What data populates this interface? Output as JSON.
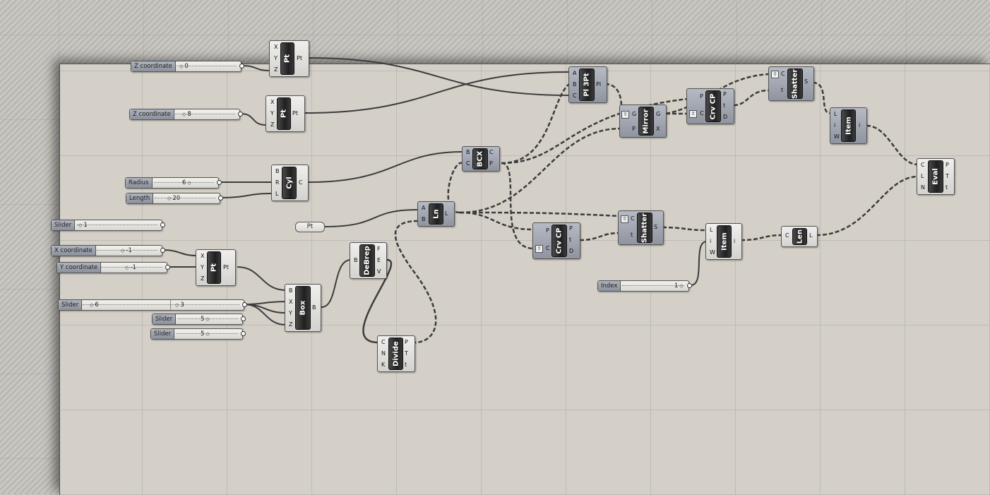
{
  "sliders": {
    "z1": {
      "label": "Z coordinate",
      "value": "0"
    },
    "z2": {
      "label": "Z coordinate",
      "value": "8"
    },
    "radius": {
      "label": "Radius",
      "value": "6"
    },
    "length": {
      "label": "Length",
      "value": "20"
    },
    "s1": {
      "label": "Slider",
      "value": "1"
    },
    "xc": {
      "label": "X coordinate",
      "value": "-1"
    },
    "yc": {
      "label": "Y coordinate",
      "value": "-1"
    },
    "s6": {
      "label": "Slider",
      "value": "6"
    },
    "s3": {
      "value": "3"
    },
    "s5a": {
      "label": "Slider",
      "value": "5"
    },
    "s5b": {
      "label": "Slider",
      "value": "5"
    },
    "index": {
      "label": "Index",
      "value": "1"
    }
  },
  "pt_param": {
    "label": "Pt"
  },
  "components": {
    "pt1": {
      "name": "Pt",
      "inputs": [
        "X",
        "Y",
        "Z"
      ],
      "outputs": [
        "Pt"
      ]
    },
    "pt2": {
      "name": "Pt",
      "inputs": [
        "X",
        "Y",
        "Z"
      ],
      "outputs": [
        "Pt"
      ]
    },
    "cyl": {
      "name": "Cyl",
      "inputs": [
        "B",
        "R",
        "L"
      ],
      "outputs": [
        "C"
      ]
    },
    "pt3": {
      "name": "Pt",
      "inputs": [
        "X",
        "Y",
        "Z"
      ],
      "outputs": [
        "Pt"
      ]
    },
    "box": {
      "name": "Box",
      "inputs": [
        "B",
        "X",
        "Y",
        "Z"
      ],
      "outputs": [
        "B"
      ]
    },
    "debrep": {
      "name": "DeBrep",
      "inputs": [
        "B"
      ],
      "outputs": [
        "F",
        "E",
        "V"
      ]
    },
    "divide": {
      "name": "Divide",
      "inputs": [
        "C",
        "N",
        "K"
      ],
      "outputs": [
        "P",
        "T",
        "t"
      ]
    },
    "ln": {
      "name": "Ln",
      "inputs": [
        "A",
        "B"
      ],
      "outputs": [
        "L"
      ]
    },
    "bcx": {
      "name": "BCX",
      "inputs": [
        "B",
        "C"
      ],
      "outputs": [
        "C",
        "P"
      ]
    },
    "pl3pt": {
      "name": "Pl 3Pt",
      "inputs": [
        "A",
        "B",
        "C"
      ],
      "outputs": [
        "Pl"
      ]
    },
    "mirror": {
      "name": "Mirror",
      "inputs": [
        "G",
        "P"
      ],
      "outputs": [
        "G",
        "X"
      ]
    },
    "crvcp1": {
      "name": "Crv CP",
      "inputs": [
        "P",
        "C"
      ],
      "outputs": [
        "P",
        "t",
        "D"
      ]
    },
    "crvcp2": {
      "name": "Crv CP",
      "inputs": [
        "P",
        "C"
      ],
      "outputs": [
        "P",
        "t",
        "D"
      ]
    },
    "shatter1": {
      "name": "Shatter",
      "inputs": [
        "C",
        "t"
      ],
      "outputs": [
        "S"
      ]
    },
    "shatter2": {
      "name": "Shatter",
      "inputs": [
        "C",
        "t"
      ],
      "outputs": [
        "S"
      ]
    },
    "item1": {
      "name": "Item",
      "inputs": [
        "L",
        "i",
        "W"
      ],
      "outputs": [
        "i"
      ]
    },
    "item2": {
      "name": "Item",
      "inputs": [
        "L",
        "i",
        "W"
      ],
      "outputs": [
        "i"
      ]
    },
    "len": {
      "name": "Len",
      "inputs": [
        "C"
      ],
      "outputs": [
        "L"
      ]
    },
    "eval": {
      "name": "Eval",
      "inputs": [
        "C",
        "L",
        "N"
      ],
      "outputs": [
        "P",
        "T",
        "t"
      ]
    }
  }
}
